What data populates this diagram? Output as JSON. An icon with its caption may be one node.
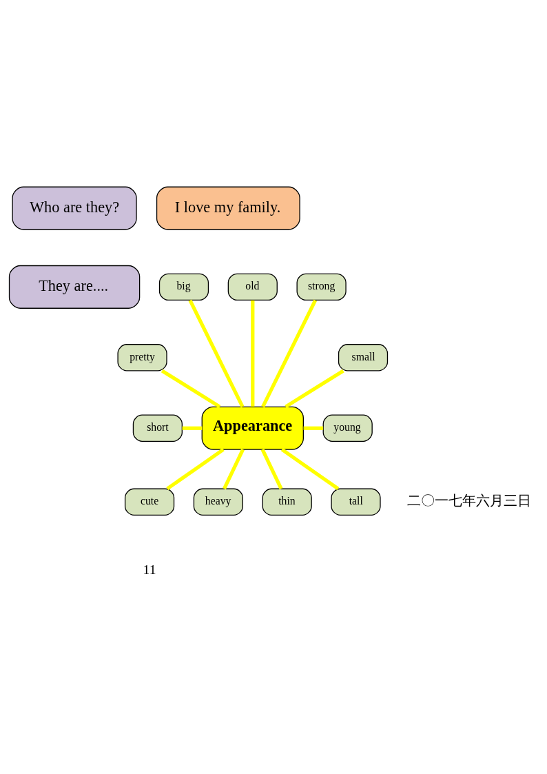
{
  "diagram": {
    "nodes": [
      {
        "text": [
          "Who are they?"
        ]
      },
      {
        "text": [
          "I love my family."
        ]
      },
      {
        "text": [
          "They are...."
        ]
      },
      {
        "text": [
          "big"
        ]
      },
      {
        "text": [
          "old"
        ]
      },
      {
        "text": [
          "strong"
        ]
      },
      {
        "text": [
          "pretty"
        ]
      },
      {
        "text": [
          "small"
        ]
      },
      {
        "text": [
          "Appearance"
        ]
      },
      {
        "text": [
          "short"
        ]
      },
      {
        "text": [
          "young"
        ]
      },
      {
        "text": [
          "cute"
        ]
      },
      {
        "text": [
          "tall"
        ]
      },
      {
        "text": [
          "thin"
        ]
      },
      {
        "text": [
          "heavy"
        ]
      }
    ],
    "edges": [
      {
        "from": 6,
        "to": 8,
        "arrow": "none"
      },
      {
        "from": 3,
        "to": 8,
        "arrow": "none"
      },
      {
        "from": 4,
        "to": 8,
        "arrow": "none"
      },
      {
        "from": 5,
        "to": 8,
        "arrow": "none"
      },
      {
        "from": 7,
        "to": 8,
        "arrow": "none"
      },
      {
        "from": 9,
        "to": 8,
        "arrow": "none"
      },
      {
        "from": 8,
        "to": 10,
        "arrow": "none"
      },
      {
        "from": 8,
        "to": 11,
        "arrow": "none"
      },
      {
        "from": 8,
        "to": 14,
        "arrow": "none"
      },
      {
        "from": 8,
        "to": 13,
        "arrow": "none"
      },
      {
        "from": 8,
        "to": 12,
        "arrow": "none"
      }
    ],
    "labels": [
      "二〇一七年六月三日",
      "11"
    ]
  }
}
